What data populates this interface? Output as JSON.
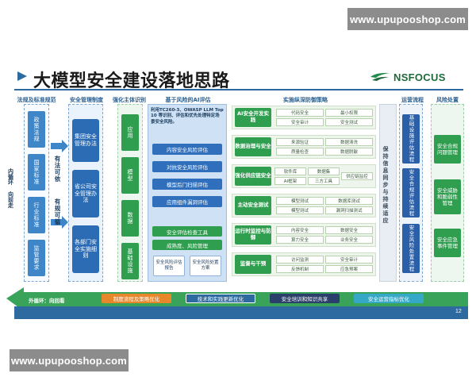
{
  "watermark": {
    "top": "www.upupooshop.com",
    "bottom": "www.upupooshop.com"
  },
  "title": "大模型安全建设落地思路",
  "logo": {
    "text": "NSFOCUS"
  },
  "headers": [
    "法规及标准规范",
    "安全管理制度",
    "强化主体识别",
    "基于风险的AI评估",
    "实施纵深防御策略",
    "运营流程",
    "风险处置"
  ],
  "regulations": [
    "政策法规",
    "国家标准",
    "行业标准",
    "监管要求"
  ],
  "regulation_arrows": [
    "有法可依",
    "有规可循"
  ],
  "inner_loop": [
    "内循环",
    "向前走"
  ],
  "mgmt": [
    "集团安全管理办法",
    "省公司安全管理办法",
    "各部门安全实施细则"
  ],
  "entity": [
    "应用",
    "模型",
    "数据",
    "基础设施"
  ],
  "risk": {
    "note": "利用TC260-3、OWASP LLM Top 10 等识别、评估和优先处理特定场景安全风险。",
    "items": [
      "内容安全风险评估",
      "对抗安全风险评估",
      "模型后门扫描评估",
      "应用组件漏洞评估"
    ],
    "items_green": [
      "安全评估检查工具",
      "成熟度、风险管理"
    ],
    "reports": [
      "安全风险评估报告",
      "安全风险处置方案"
    ]
  },
  "defense": [
    {
      "label": "AI安全开发实践",
      "items": [
        "代码安全",
        "最小权限",
        "安全审计",
        "安全测试"
      ]
    },
    {
      "label": "数据治理与安全",
      "items": [
        "来源验证",
        "数据清洗",
        "质量检查",
        "数据脱敏"
      ]
    },
    {
      "label": "强化供应链安全",
      "items": [
        "软件库",
        "数据集",
        "AI框架",
        "三方工具",
        "供应链监控"
      ]
    },
    {
      "label": "主动安全测试",
      "items": [
        "模型测试",
        "数据库测试",
        "模型测试",
        "漏洞扫描测试"
      ]
    },
    {
      "label": "运行时监控与防御",
      "items": [
        "内容安全",
        "数据安全",
        "算力安全",
        "业务安全"
      ]
    },
    {
      "label": "监督与干预",
      "items": [
        "访问监测",
        "安全审计",
        "反馈机制",
        "应急预案"
      ]
    }
  ],
  "sync": "保持信息同步与持续适应",
  "ops": [
    "基础设施评估流程",
    "安全合规评估流程",
    "安全风险处置流程"
  ],
  "response": [
    "安全合规问题管理",
    "安全威胁和脆弱性管理",
    "安全应急事件管理"
  ],
  "outer": {
    "label": "外循环：向回看",
    "chips": [
      "制度流程及策略优化",
      "技术和实践更新优化",
      "安全培训和知识共享",
      "安全运营指标优化"
    ]
  },
  "page_number": "12",
  "colors": {
    "blue": "#2b6cb4",
    "green": "#2f9e4f",
    "arrow": "#3aa35a",
    "orange": "#e8862a",
    "navy": "#2b3f6b",
    "teal": "#36a8c7"
  }
}
